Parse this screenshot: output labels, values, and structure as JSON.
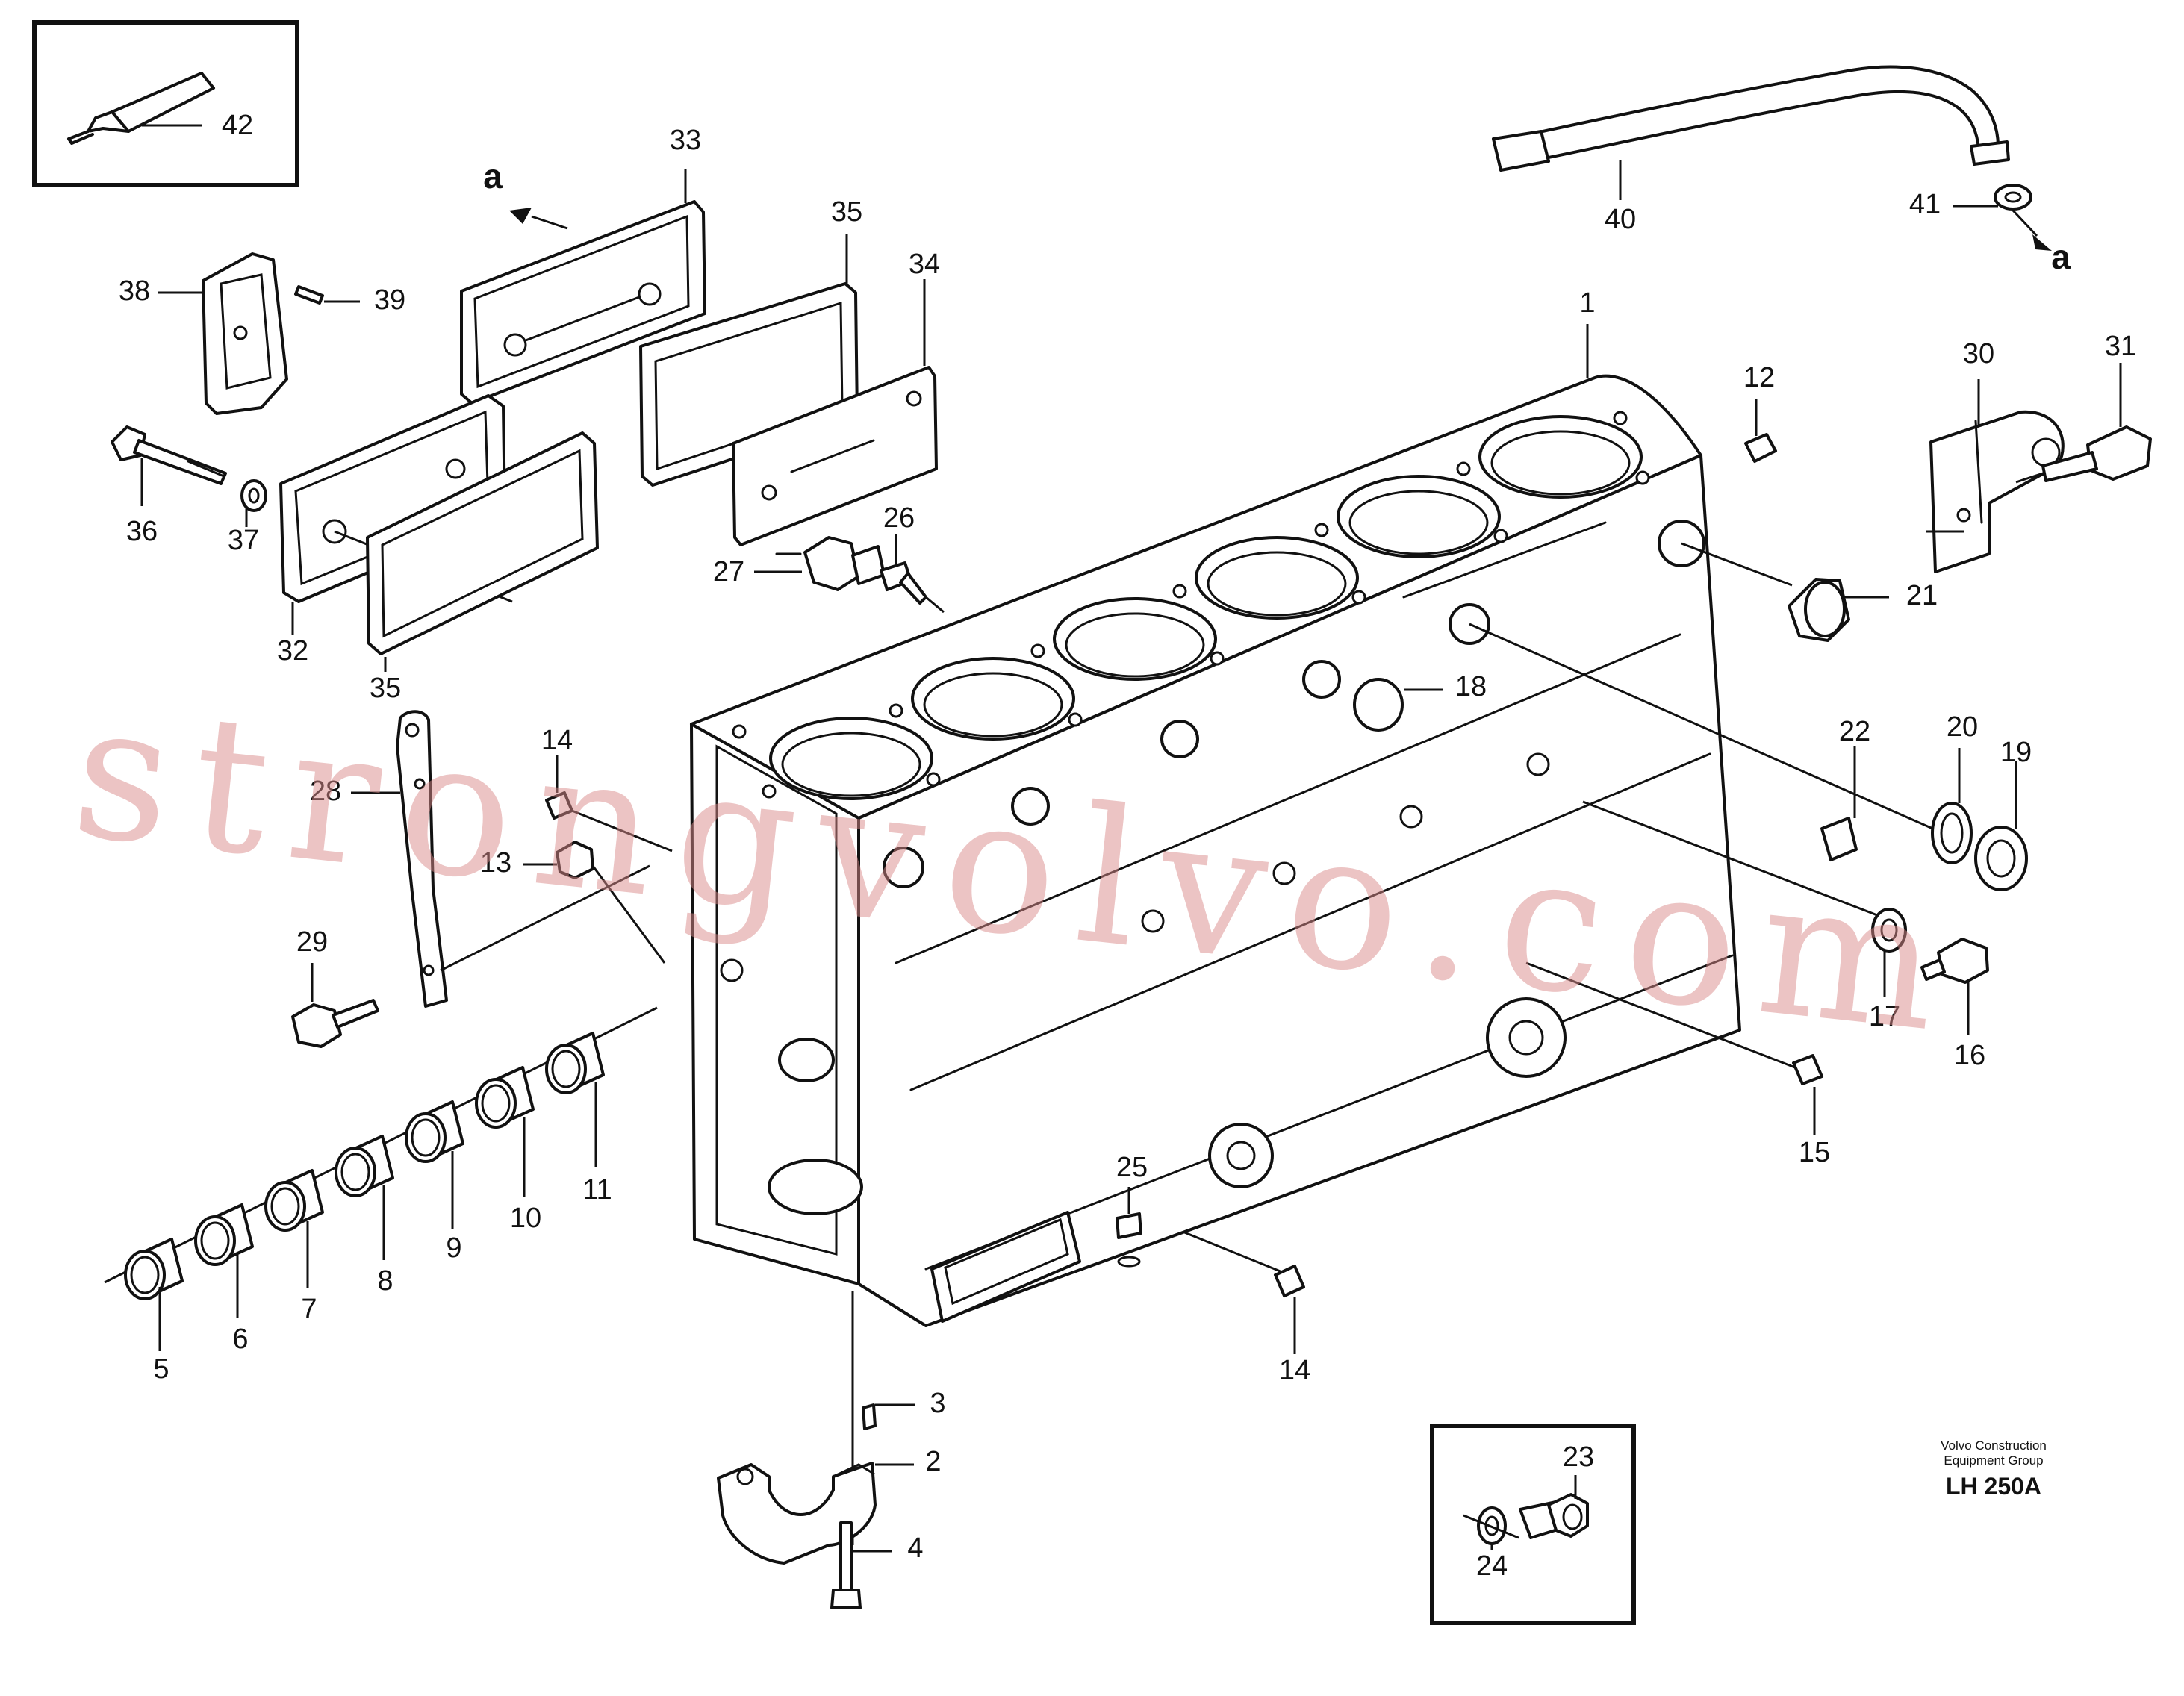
{
  "callouts": {
    "c1": "1",
    "c2": "2",
    "c3": "3",
    "c4": "4",
    "c5": "5",
    "c6": "6",
    "c7": "7",
    "c8": "8",
    "c9": "9",
    "c10": "10",
    "c11": "11",
    "c12": "12",
    "c13": "13",
    "c14a": "14",
    "c14b": "14",
    "c15": "15",
    "c16": "16",
    "c17": "17",
    "c18": "18",
    "c19": "19",
    "c20": "20",
    "c21": "21",
    "c22": "22",
    "c23": "23",
    "c24": "24",
    "c25": "25",
    "c26": "26",
    "c27": "27",
    "c28": "28",
    "c29": "29",
    "c30": "30",
    "c31": "31",
    "c32": "32",
    "c33": "33",
    "c34": "34",
    "c35a": "35",
    "c35b": "35",
    "c36": "36",
    "c37": "37",
    "c38": "38",
    "c39": "39",
    "c40": "40",
    "c41": "41",
    "c42": "42"
  },
  "reference_marks": {
    "top": "a",
    "right": "a"
  },
  "watermark": "strongvolvo.com",
  "publisher": {
    "line1": "Volvo Construction",
    "line2": "Equipment Group",
    "code": "LH 250A"
  }
}
